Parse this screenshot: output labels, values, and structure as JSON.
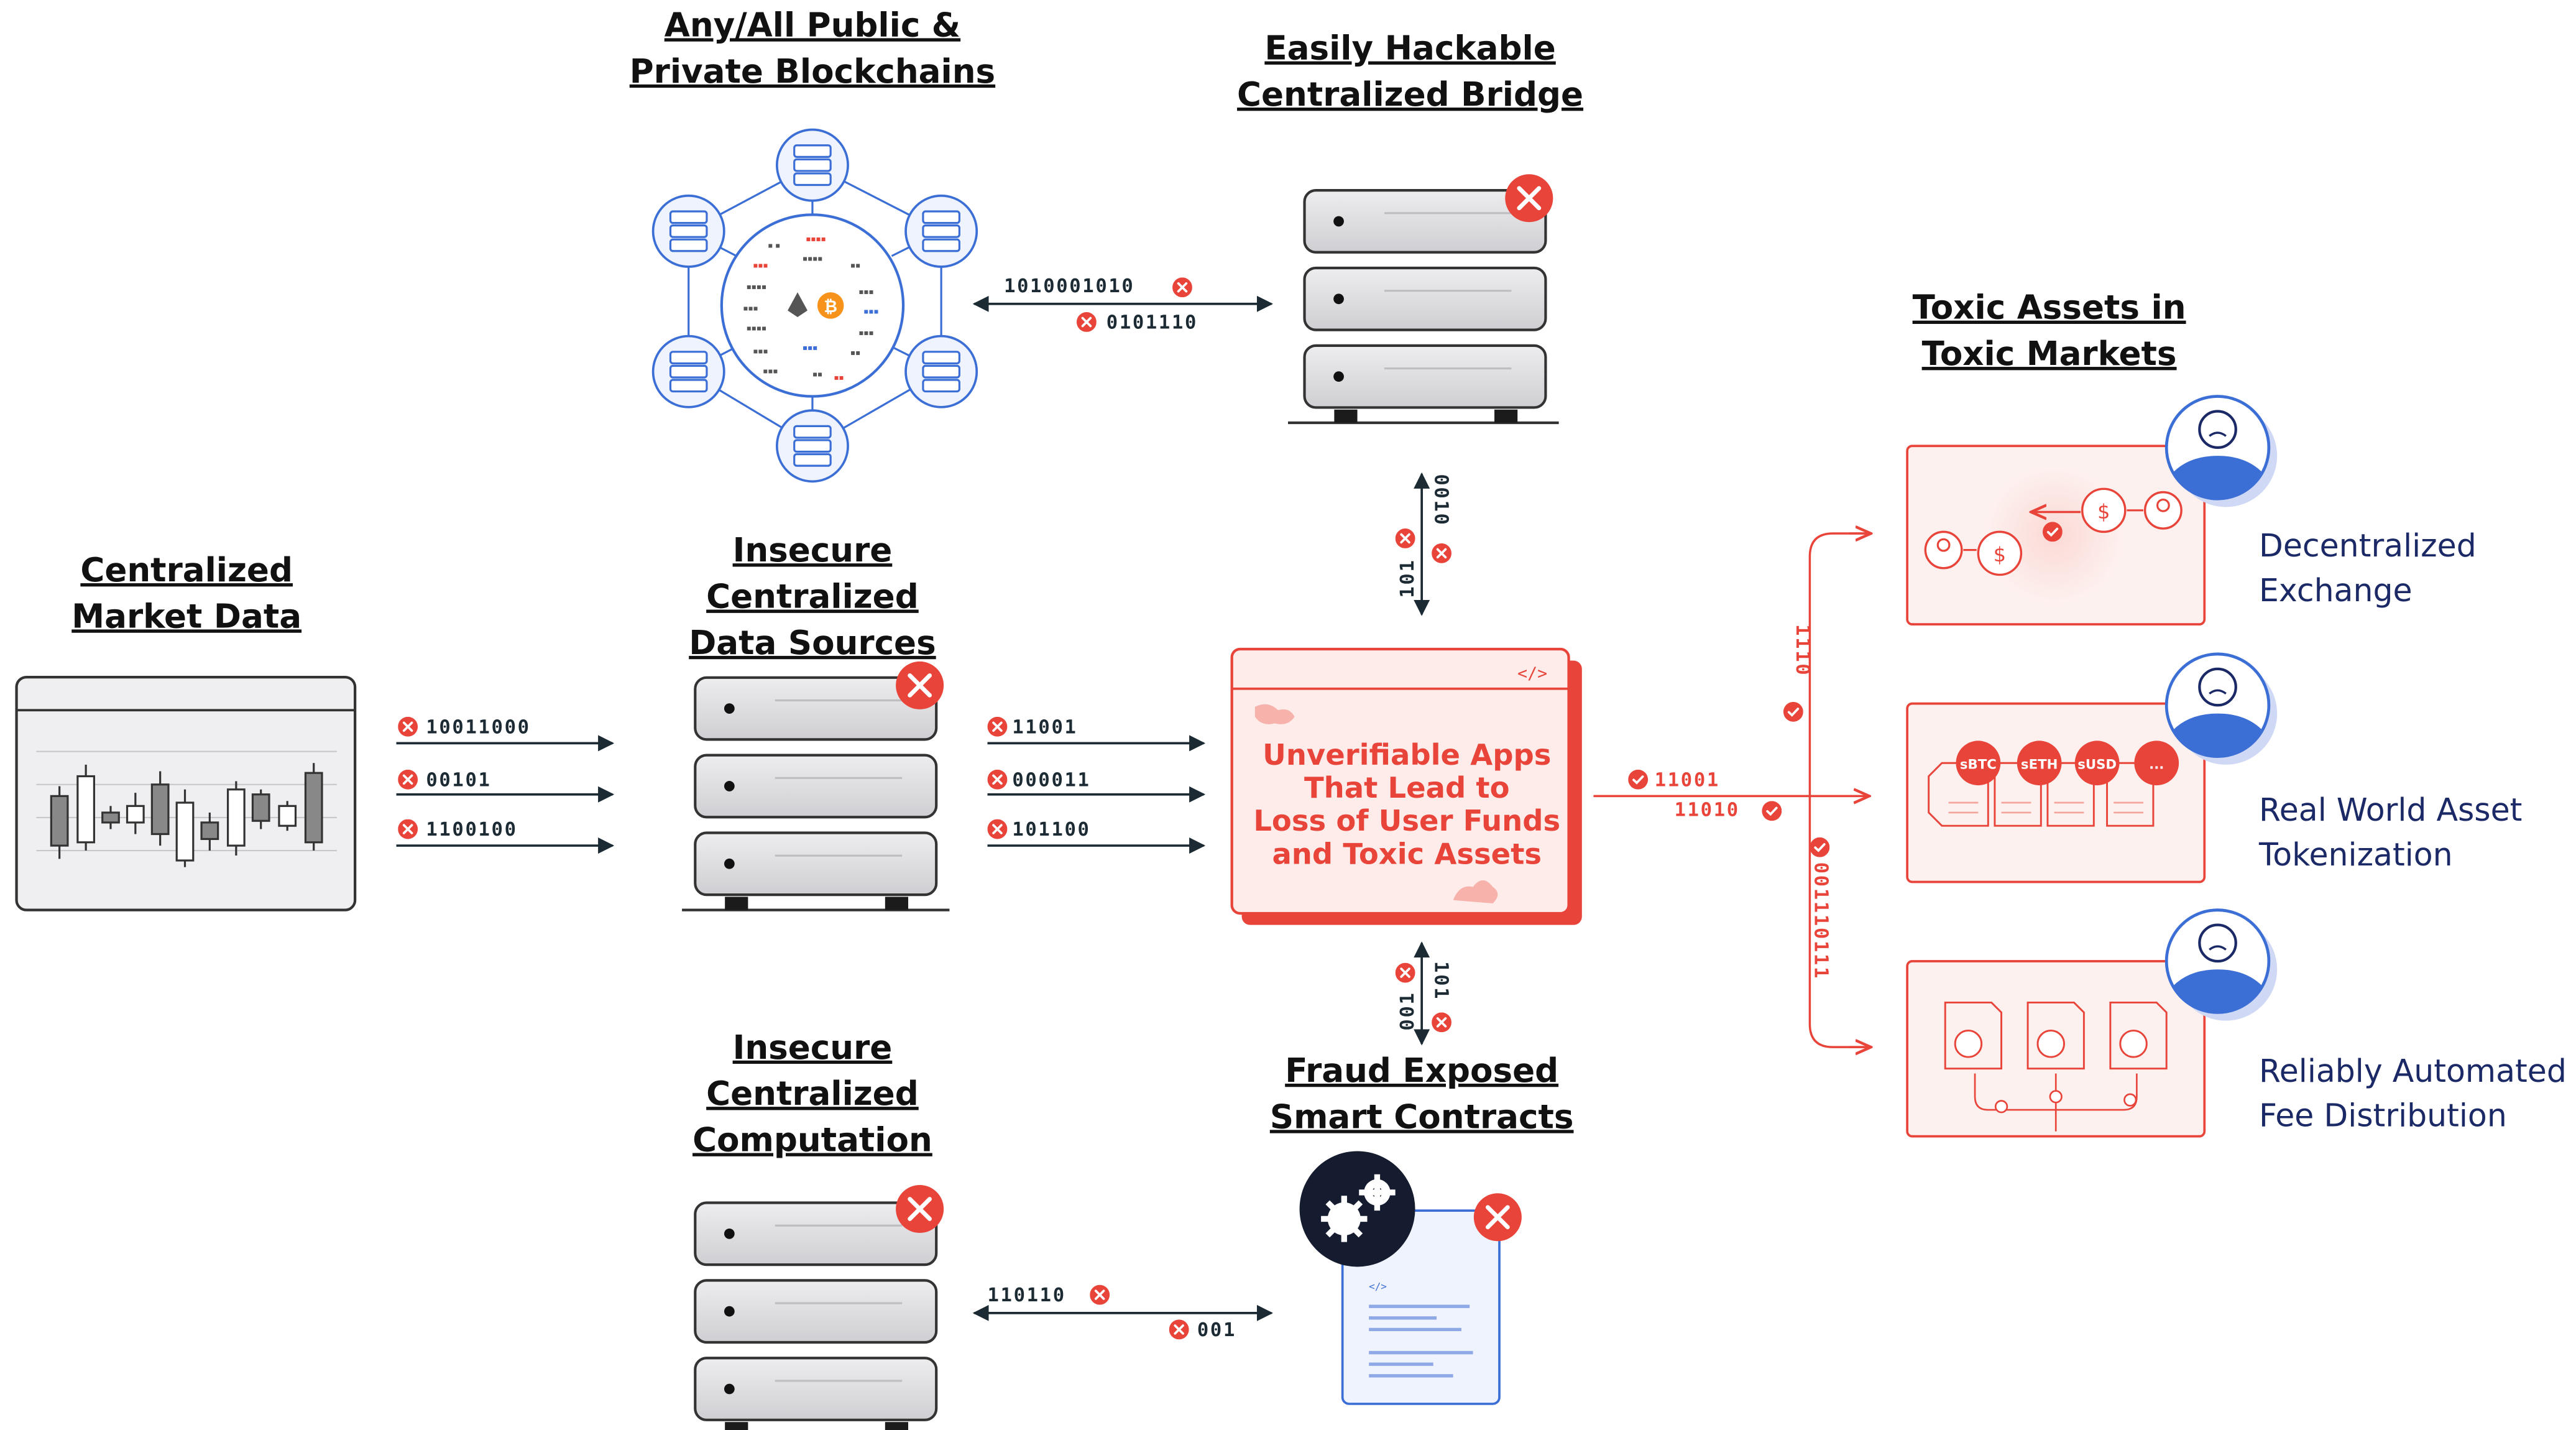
{
  "titles": {
    "blockchains": [
      "Any/All Public &",
      "Private Blockchains"
    ],
    "bridge": [
      "Easily Hackable",
      "Centralized Bridge"
    ],
    "market_data": [
      "Centralized",
      "Market Data"
    ],
    "data_sources": [
      "Insecure",
      "Centralized",
      "Data Sources"
    ],
    "computation": [
      "Insecure",
      "Centralized",
      "Computation"
    ],
    "contracts": [
      "Fraud Exposed",
      "Smart Contracts"
    ],
    "toxic": [
      "Toxic Assets in",
      "Toxic Markets"
    ]
  },
  "center_app": {
    "lines": [
      "Unverifiable Apps",
      "That Lead to",
      "Loss of User Funds",
      "and Toxic Assets"
    ],
    "code_tag": "</>"
  },
  "binary": {
    "bridge_top": "1010001010",
    "bridge_bottom": "0101110",
    "market_1": "10011000",
    "market_2": "00101",
    "market_3": "1100100",
    "sources_1": "11001",
    "sources_2": "000011",
    "sources_3": "101100",
    "vertical_top_left": "101",
    "vertical_top_right": "0010",
    "vertical_bottom_left": "001",
    "vertical_bottom_right": "101",
    "compute_top": "110110",
    "compute_bottom": "001",
    "out_1": "11001",
    "out_2": "11010",
    "branch_up": "1110",
    "branch_down": "001110111"
  },
  "outcomes": [
    {
      "label": [
        "Decentralized",
        "Exchange"
      ]
    },
    {
      "label": [
        "Real World Asset",
        "Tokenization"
      ],
      "tokens": [
        "sBTC",
        "sETH",
        "sUSD",
        "..."
      ]
    },
    {
      "label": [
        "Reliably Automated",
        "Fee Distribution"
      ]
    }
  ],
  "contract_code_tag": "</>",
  "colors": {
    "accent": "#e8443a",
    "navy": "#1b2a66",
    "blue": "#3c6fd6",
    "server": "#d6d6d9"
  }
}
